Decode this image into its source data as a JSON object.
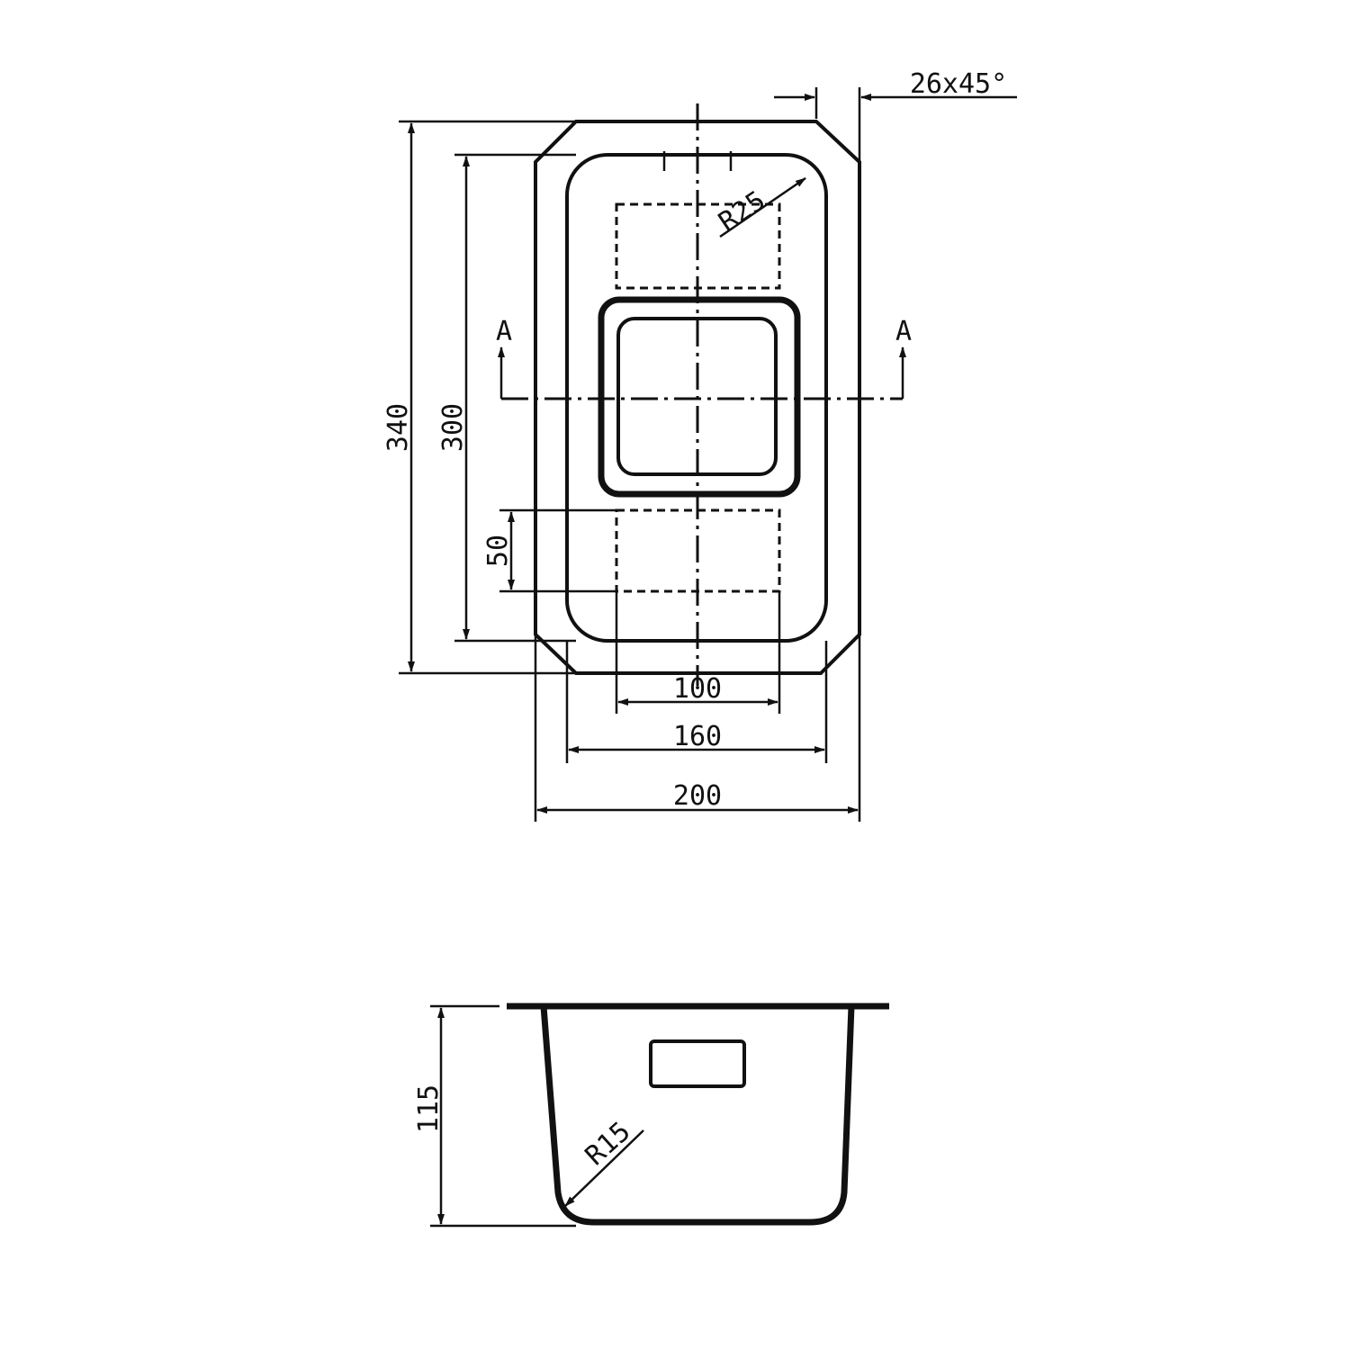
{
  "plan_view": {
    "dimensions": {
      "overall_length": "340",
      "bowl_length": "300",
      "offset": "50",
      "drain_width": "100",
      "bowl_width": "160",
      "overall_width": "200",
      "chamfer": "26x45°",
      "corner_radius": "R25"
    },
    "section_marks": {
      "left": "A",
      "right": "A"
    }
  },
  "section_view": {
    "dimensions": {
      "depth": "115",
      "bottom_radius": "R15"
    }
  },
  "colors": {
    "line": "#111111",
    "background": "#ffffff"
  }
}
